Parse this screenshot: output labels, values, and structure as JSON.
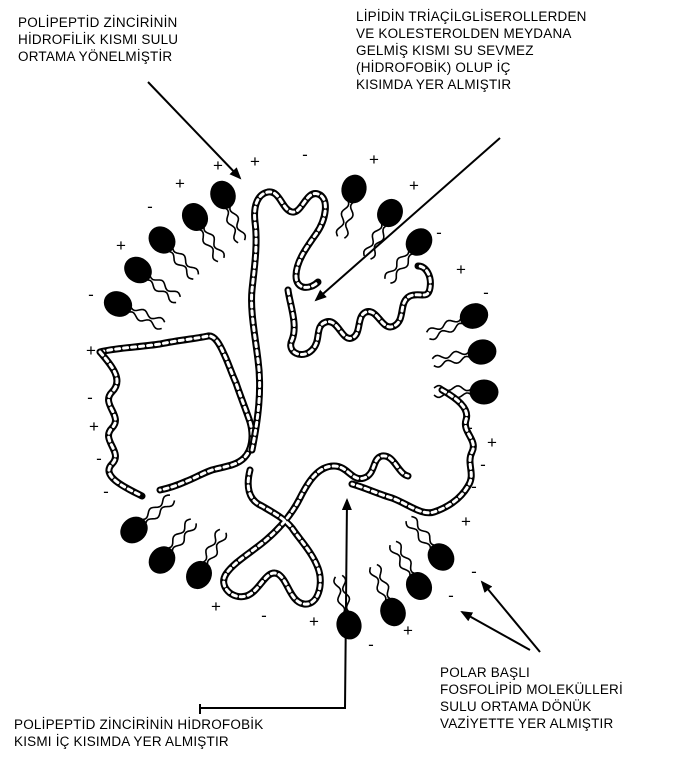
{
  "labels": {
    "top_left": "POLİPEPTİD ZİNCİRİNİN\nHİDROFİLİK KISMI SULU\nORTAMA YÖNELMİŞTİR",
    "top_right": "LİPİDİN TRİAÇİLGLİSEROLLERDEN\nVE KOLESTEROLDEN MEYDANA\nGELMİŞ KISMI SU SEVMEZ\n(HİDROFOBİK) OLUP İÇ\nKISIMDA YER ALMIŞTIR",
    "bottom_left": "POLİPEPTİD ZİNCİRİNİN HİDROFOBİK\nKISMI İÇ KISIMDA YER ALMIŞTIR",
    "bottom_right": "POLAR BAŞLI\nFOSFOLİPİD MOLEKÜLLERİ\nSULU ORTAMA DÖNÜK\nVAZİYETTE YER ALMIŞTIR"
  },
  "charge_signs": [
    "+",
    "-"
  ]
}
